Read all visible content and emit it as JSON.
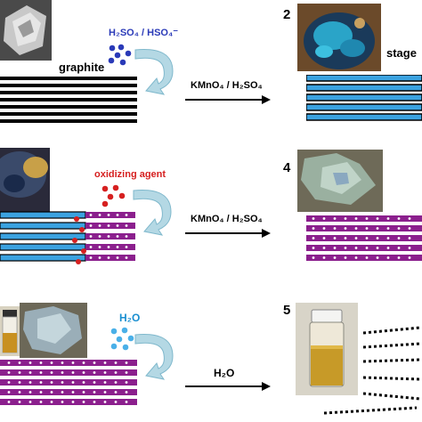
{
  "steps": [
    {
      "number": "",
      "label": "graphite",
      "reagent": "H₂SO₄ / HSO₄⁻",
      "reagent_color": "#2a3ab8"
    },
    {
      "number": "2",
      "label": "stage",
      "reagent": "",
      "reagent_color": ""
    },
    {
      "number": "",
      "label": "",
      "reagent": "oxidizing agent",
      "reagent_color": "#d62020"
    },
    {
      "number": "4",
      "label": "",
      "reagent": "",
      "reagent_color": ""
    },
    {
      "number": "",
      "label": "",
      "reagent": "H₂O",
      "reagent_color": "#1a8fd0"
    },
    {
      "number": "5",
      "label": "",
      "reagent": "",
      "reagent_color": ""
    }
  ],
  "transitions": [
    {
      "label": "KMnO₄ / H₂SO₄"
    },
    {
      "label": "KMnO₄ / H₂SO₄"
    },
    {
      "label": "H₂O"
    }
  ],
  "colors": {
    "graphite_layer": "#000000",
    "intercalated_layer": "#3ba2e0",
    "oxidized_layer": "#8b1f8d",
    "reagent_blue_dot": "#2a3ab8",
    "oxidizer_dot": "#d62020",
    "water_dot": "#4ab0e8",
    "curved_arrow": "#b4d8e4"
  }
}
